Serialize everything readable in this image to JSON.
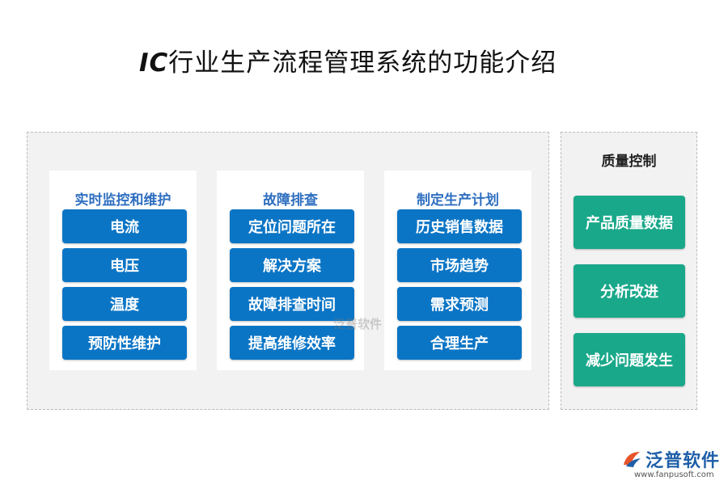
{
  "title": {
    "prefix": "IC",
    "text": "行业生产流程管理系统的功能介绍"
  },
  "columns": [
    {
      "title": "实时监控和维护",
      "items": [
        "电流",
        "电压",
        "温度",
        "预防性维护"
      ]
    },
    {
      "title": "故障排查",
      "items": [
        "定位问题所在",
        "解决方案",
        "故障排查时间",
        "提高维修效率"
      ]
    },
    {
      "title": "制定生产计划",
      "items": [
        "历史销售数据",
        "市场趋势",
        "需求预测",
        "合理生产"
      ]
    }
  ],
  "side": {
    "title": "质量控制",
    "items": [
      "产品质量数据",
      "分析改进",
      "减少问题发生"
    ]
  },
  "watermark": "泛普软件",
  "logo": {
    "text": "泛普软件",
    "url": "www.fanpusoft.com"
  },
  "colors": {
    "item_blue": "#0b75c5",
    "item_green": "#1aa88a",
    "column_title": "#2f6fc0"
  }
}
